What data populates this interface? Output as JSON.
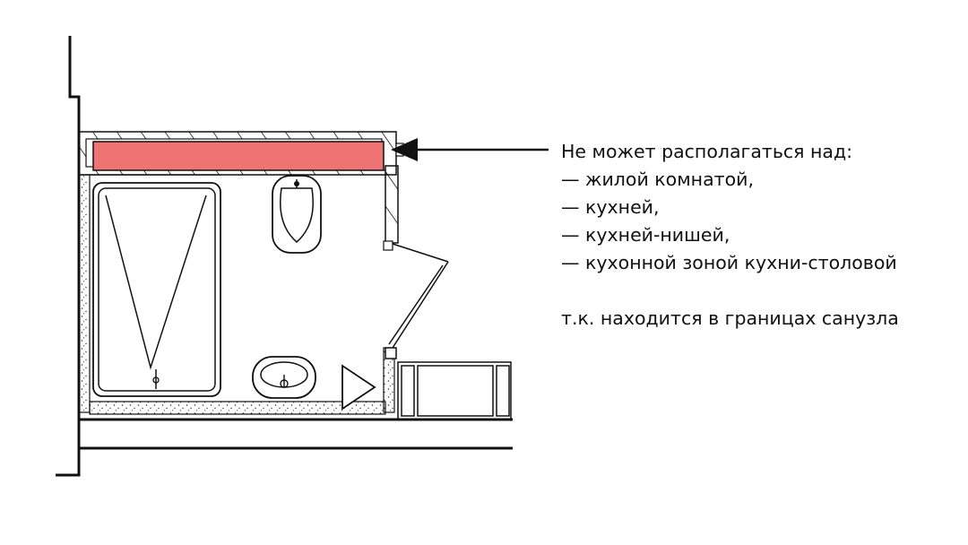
{
  "annotation": {
    "heading": "Не может располагаться над:",
    "items": [
      "— жилой комнатой,",
      "— кухней,",
      "— кухней-нишей,",
      "— кухонной зоной кухни-столовой"
    ],
    "reason": "т.к. находится в границах санузла"
  },
  "colors": {
    "highlight_fill": "#f07373",
    "line": "#111111",
    "background": "#ffffff"
  }
}
